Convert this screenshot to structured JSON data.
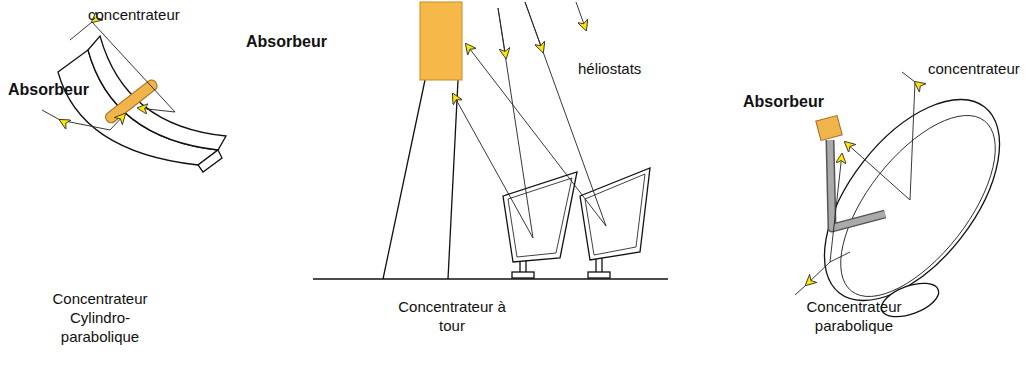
{
  "diagram": {
    "labels": [
      "concentrateur",
      "Absorbeur",
      "Concentrateur Cylindro-parabolique",
      "Absorbeur",
      "héliostats",
      "Concentrateur à tour",
      "concentrateur",
      "Absorbeur",
      "Concentrateur parabolique"
    ]
  }
}
